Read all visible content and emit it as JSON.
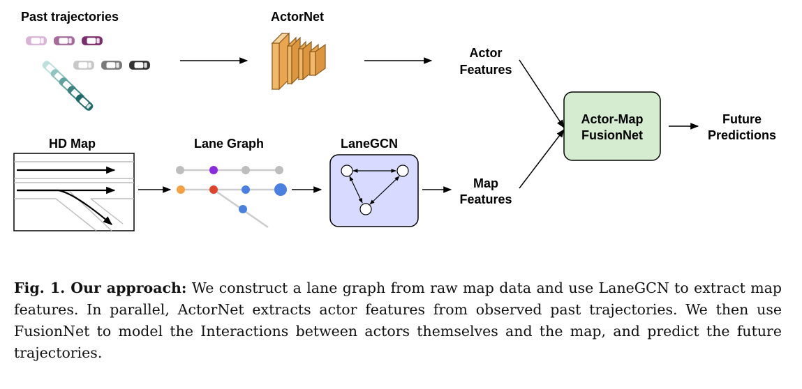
{
  "figure": {
    "labels": {
      "past_trajectories": "Past trajectories",
      "actornet": "ActorNet",
      "actor_features_1": "Actor",
      "actor_features_2": "Features",
      "hd_map": "HD Map",
      "lane_graph": "Lane Graph",
      "lanegcn": "LaneGCN",
      "map_features_1": "Map",
      "map_features_2": "Features",
      "fusion_1": "Actor-Map",
      "fusion_2": "FusionNet",
      "future_1": "Future",
      "future_2": "Predictions"
    },
    "colors": {
      "actornet_fill": "#f2b86a",
      "actornet_stroke": "#8a5a1c",
      "lanegcn_fill": "#d8dbff",
      "fusion_fill": "#d6ecd0",
      "car_purple": "#7b2d6e",
      "car_gray": "#444444",
      "car_teal": "#1f6a66",
      "node_purple": "#8a2be2",
      "node_orange": "#f5a142",
      "node_red": "#e0432c",
      "node_blue": "#4b7fe0",
      "node_gray": "#bdbdbd"
    }
  },
  "caption": {
    "fig_label": "Fig. 1. Our approach:",
    "text": " We construct a lane graph from raw map data and use LaneGCN to extract map features. In parallel, ActorNet extracts actor features from observed past trajectories. We then use FusionNet to model the Interactions between actors themselves and the map, and predict the future trajectories."
  }
}
